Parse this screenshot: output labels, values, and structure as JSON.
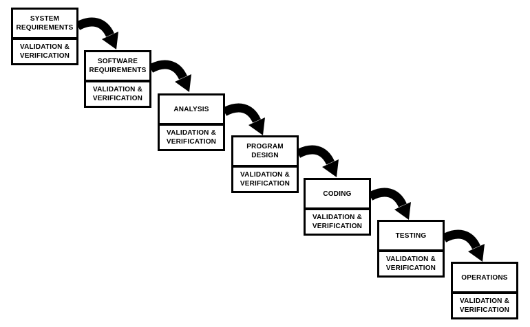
{
  "diagram": {
    "type": "waterfall-process-flow",
    "background_color": "#ffffff",
    "box_border_color": "#000000",
    "text_color": "#000000",
    "arrow_color": "#000000",
    "stages": [
      {
        "title": "SYSTEM\nREQUIREMENTS",
        "subtitle": "VALIDATION &\nVERIFICATION"
      },
      {
        "title": "SOFTWARE\nREQUIREMENTS",
        "subtitle": "VALIDATION &\nVERIFICATION"
      },
      {
        "title": "ANALYSIS",
        "subtitle": "VALIDATION &\nVERIFICATION"
      },
      {
        "title": "PROGRAM\nDESIGN",
        "subtitle": "VALIDATION &\nVERIFICATION"
      },
      {
        "title": "CODING",
        "subtitle": "VALIDATION &\nVERIFICATION"
      },
      {
        "title": "TESTING",
        "subtitle": "VALIDATION &\nVERIFICATION"
      },
      {
        "title": "OPERATIONS",
        "subtitle": "VALIDATION &\nVERIFICATION"
      }
    ]
  }
}
